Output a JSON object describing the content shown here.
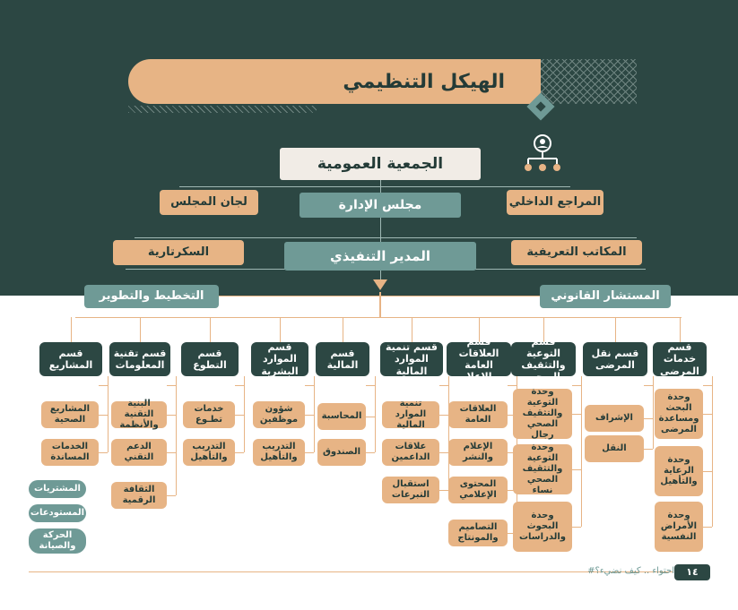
{
  "header": {
    "title": "الهيكل التنظيمي"
  },
  "levels": {
    "general_assembly": "الجمعية العمومية",
    "board": "مجلس الإدارة",
    "board_committees": "لجان المجلس",
    "internal_auditor": "المراجع الداخلي",
    "executive_director": "المدير التنفيذي",
    "secretariat": "السكرتارية",
    "representative_offices": "المكاتب التعريفية",
    "planning": "التخطيط والتطوير",
    "legal_advisor": "المستشار القانوني"
  },
  "departments": [
    {
      "name": "قسم خدمات المرضى",
      "units": [
        "وحدة البحث ومساعدة المرضى",
        "وحدة الرعاية والتأهيل",
        "وحدة الأمراض النفسية"
      ]
    },
    {
      "name": "قسم نقل المرضى",
      "units": [
        "الإشراف",
        "النقل"
      ]
    },
    {
      "name": "قسم التوعية والتثقيف الصحي",
      "units": [
        "وحدة التوعية والتثقيف الصحي رجال",
        "وحدة التوعية والتثقيف الصحي نساء",
        "وحدة البحوث والدراسات"
      ]
    },
    {
      "name": "قسم العلاقات العامة والإعلام",
      "units": [
        "العلاقات العامة",
        "الإعلام والنشر",
        "المحتوى الإعلامي",
        "التصاميم والمونتاج"
      ]
    },
    {
      "name": "قسم تنمية الموارد المالية",
      "units": [
        "تنمية الموارد المالية",
        "علاقات الداعمين",
        "استقبال التبرعات"
      ]
    },
    {
      "name": "قسم المالية",
      "units": [
        "المحاسبة",
        "الصندوق"
      ]
    },
    {
      "name": "قسم الموارد البشرية",
      "units": [
        "شؤون موظفين",
        "التدريب والتأهيل"
      ]
    },
    {
      "name": "قسم التطوع",
      "units": [
        "خدمات تطـوع",
        "التدريب والتأهيل"
      ]
    },
    {
      "name": "قسم تقنية المعلومات",
      "units": [
        "البنية التقنية والأنظمة",
        "الدعم التقني",
        "الثقافة الرقمية"
      ]
    },
    {
      "name": "قسم المشاريع",
      "units": [
        "المشاريع الصحية",
        "الخدمات المساندة"
      ],
      "sub_units": [
        "المشتريات",
        "المستودعات",
        "الحركة والصيانة"
      ]
    }
  ],
  "footer": {
    "page_number": "١٤",
    "hashtag": "#احتواء .. كيف نضيء؟"
  },
  "colors": {
    "dark_teal": "#2c4743",
    "orange": "#e7b485",
    "light_teal": "#6f9a96",
    "cream": "#f1ece6"
  }
}
